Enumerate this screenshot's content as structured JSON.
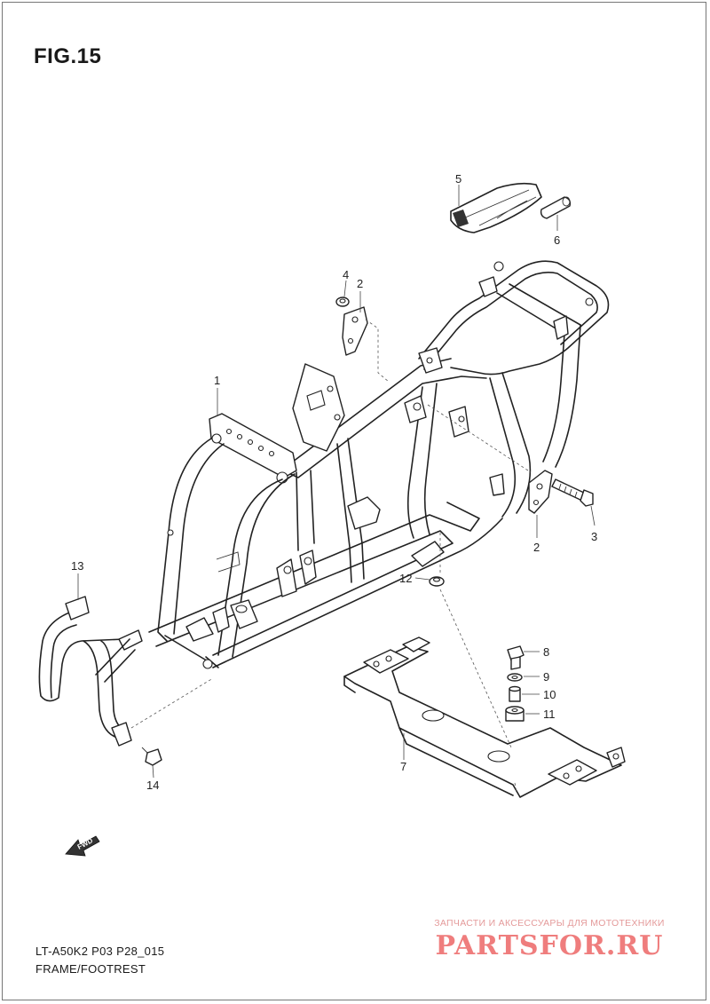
{
  "figure": {
    "title": "FIG.15"
  },
  "footer": {
    "model_code": "LT-A50K2 P03 P28_015",
    "diagram_title": "FRAME/FOOTREST"
  },
  "fwd_marker": {
    "label": "FWD"
  },
  "watermark": {
    "caption": "ЗАПЧАСТИ И АКСЕССУАРЫ ДЛЯ МОТОТЕХНИКИ",
    "logo": "PARTSFOR.RU"
  },
  "callouts": [
    "1",
    "2",
    "2",
    "3",
    "4",
    "5",
    "6",
    "7",
    "8",
    "9",
    "10",
    "11",
    "12",
    "13",
    "14"
  ],
  "colors": {
    "line": "#222222",
    "watermark": "#ef7d7d",
    "background": "#ffffff"
  }
}
